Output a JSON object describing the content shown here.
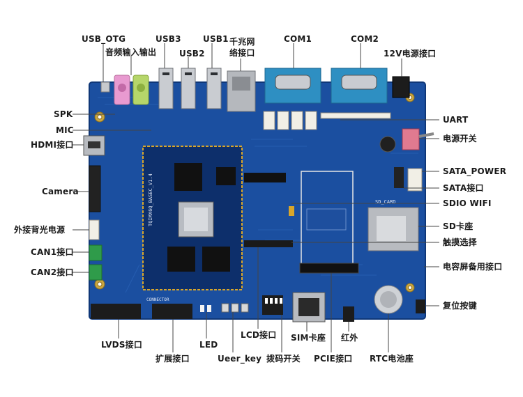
{
  "colors": {
    "pcb": "#1b4fa0",
    "pcb_dark": "#123a7a",
    "core_board": "#0d2f6b",
    "gold_outline": "#d9a62a",
    "com_blue": "#2e8fc2",
    "audio_pink": "#e89ad0",
    "audio_green": "#b6d66a",
    "cpu_silver": "#b8bcc2"
  },
  "board_silkscreen": {
    "core_module": "TQIMX6Q_BASEC_V1.4",
    "sd_card": "SD_CARD",
    "connector": "CONNECTOR"
  },
  "labels": {
    "usb_otg": "USB_OTG",
    "audio_io": "音频输入输出",
    "usb3": "USB3",
    "usb2": "USB2",
    "usb1": "USB1",
    "gigabit_eth_line1": "千兆网",
    "gigabit_eth_line2": "络接口",
    "com1": "COM1",
    "com2": "COM2",
    "power_12v": "12V电源接口",
    "spk": "SPK",
    "uart": "UART",
    "mic": "MIC",
    "hdmi": "HDMI接口",
    "power_switch": "电源开关",
    "sata_power": "SATA_POWER",
    "camera": "Camera",
    "sata": "SATA接口",
    "sdio_wifi": "SDIO WIFI",
    "ext_backlight": "外接背光电源",
    "sd_slot": "SD卡座",
    "can1": "CAN1接口",
    "touch_select": "触摸选择",
    "can2": "CAN2接口",
    "cap_screen": "电容屏备用接口",
    "reset_button": "复位按键",
    "lvds": "LVDS接口",
    "expansion": "扩展接口",
    "led": "LED",
    "user_key": "Ueer_key",
    "lcd": "LCD接口",
    "dip_switch": "拨码开关",
    "sim_slot": "SIM卡座",
    "pcie": "PCIE接口",
    "infrared": "红外",
    "rtc_battery": "RTC电池座"
  }
}
